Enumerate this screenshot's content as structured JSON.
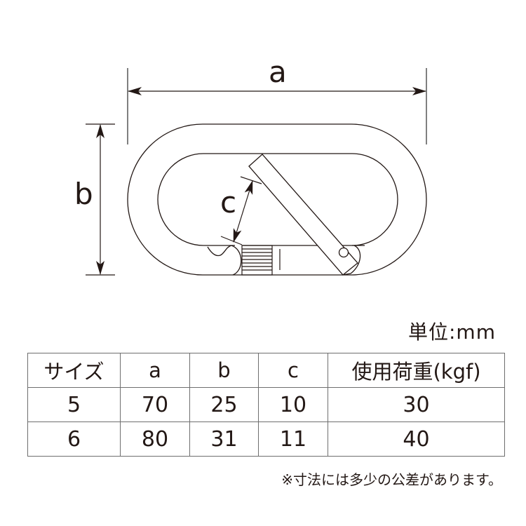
{
  "diagram": {
    "subject": "carabiner (snap link) dimension drawing",
    "labels": {
      "a": "a",
      "b": "b",
      "c": "c"
    },
    "line_color": "#231815"
  },
  "unit_note": "単位:mm",
  "table": {
    "headers": [
      "サイズ",
      "a",
      "b",
      "c",
      "使用荷重(kgf)"
    ],
    "rows": [
      [
        "5",
        "70",
        "25",
        "10",
        "30"
      ],
      [
        "6",
        "80",
        "31",
        "11",
        "40"
      ]
    ],
    "border_color": "#6e6e6e"
  },
  "footnote": "※寸法には多少の公差があります。"
}
